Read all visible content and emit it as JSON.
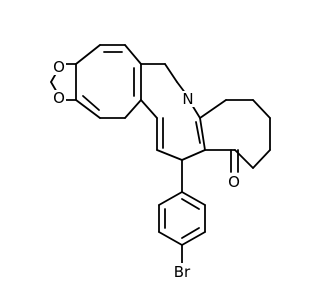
{
  "structure": {
    "atoms": [
      {
        "id": "o-top",
        "symbol": "O"
      },
      {
        "id": "o-bottom",
        "symbol": "O"
      },
      {
        "id": "n-ring",
        "symbol": "N"
      },
      {
        "id": "o-ketone",
        "symbol": "O"
      },
      {
        "id": "br",
        "symbol": "Br"
      }
    ]
  }
}
